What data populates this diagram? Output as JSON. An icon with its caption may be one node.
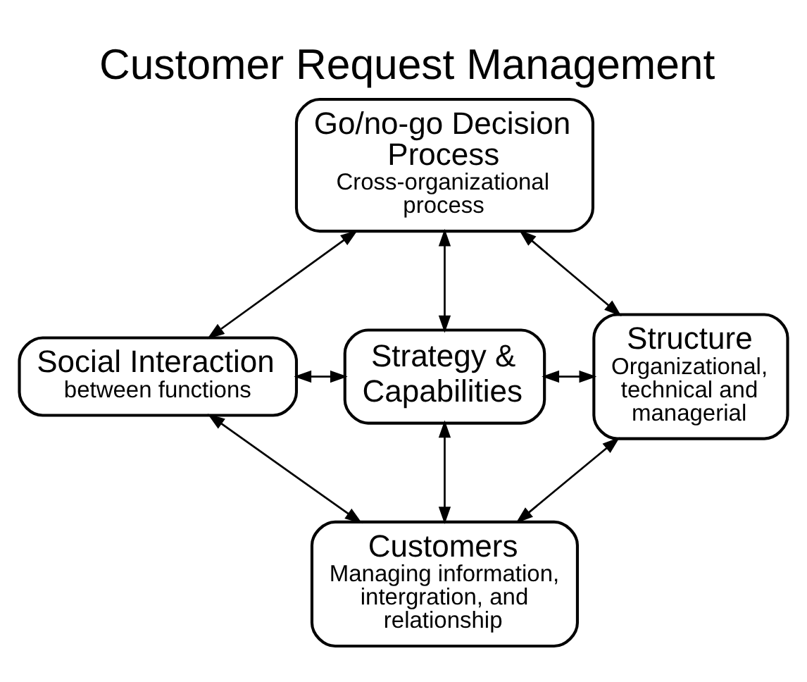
{
  "diagram": {
    "title": "Customer Request Management",
    "nodes": [
      {
        "text": [
          "Go/no-go Decision Process",
          "Cross-organizational process"
        ]
      },
      {
        "text": [
          "Social Interaction",
          "between functions"
        ]
      },
      {
        "text": [
          "Strategy & Capabilities"
        ]
      },
      {
        "text": [
          "Structure",
          "Organizational, technical and managerial"
        ]
      },
      {
        "text": [
          "Customers",
          "Managing information, intergration, and relationship"
        ]
      }
    ],
    "edges": [
      {
        "from": 0,
        "to": 1,
        "arrow": "both"
      },
      {
        "from": 0,
        "to": 2,
        "arrow": "both"
      },
      {
        "from": 0,
        "to": 3,
        "arrow": "both"
      },
      {
        "from": 1,
        "to": 2,
        "arrow": "both"
      },
      {
        "from": 2,
        "to": 3,
        "arrow": "both"
      },
      {
        "from": 2,
        "to": 4,
        "arrow": "both"
      },
      {
        "from": 1,
        "to": 4,
        "arrow": "both"
      },
      {
        "from": 3,
        "to": 4,
        "arrow": "both"
      }
    ]
  }
}
